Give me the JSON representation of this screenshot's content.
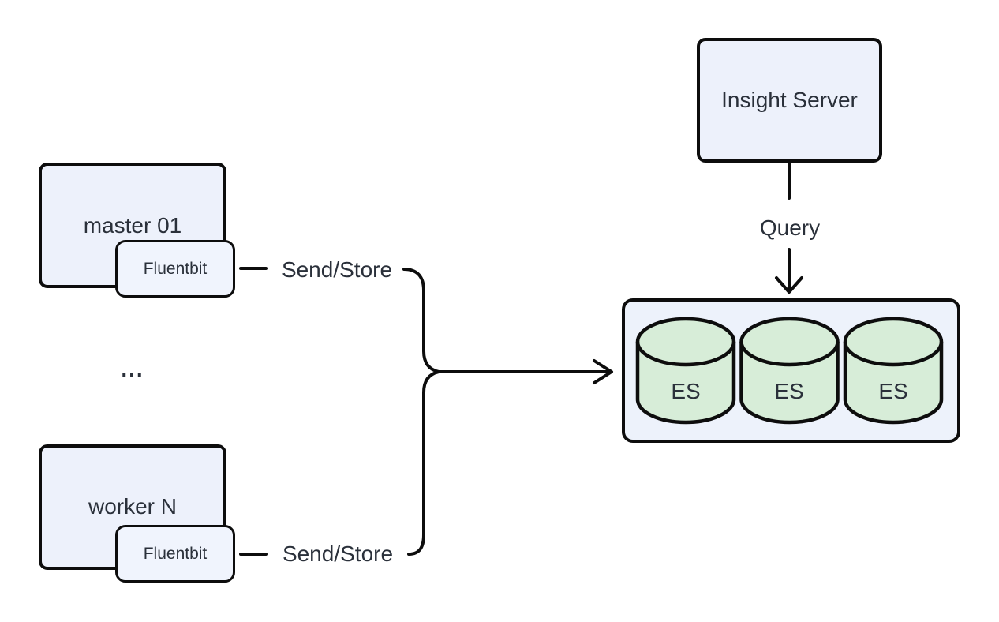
{
  "colors": {
    "canvas_bg": "#ffffff",
    "node_fill": "#edf1fb",
    "subnode_fill": "#f0f4fd",
    "container_fill": "#edf2fb",
    "cylinder_fill": "#d7edd8",
    "stroke": "#0d0d0d",
    "text": "#2a303a"
  },
  "nodes": {
    "master": {
      "label": "master 01"
    },
    "master_fluentbit": {
      "label": "Fluentbit"
    },
    "ellipsis": {
      "label": "..."
    },
    "worker": {
      "label": "worker N"
    },
    "worker_fluentbit": {
      "label": "Fluentbit"
    },
    "insight_server": {
      "label": "Insight Server"
    },
    "es_cluster": {
      "cylinders": [
        {
          "label": "ES"
        },
        {
          "label": "ES"
        },
        {
          "label": "ES"
        }
      ]
    }
  },
  "edges": {
    "master_to_es": {
      "label": "Send/Store"
    },
    "worker_to_es": {
      "label": "Send/Store"
    },
    "insight_to_es": {
      "label": "Query"
    }
  },
  "icons": {
    "cylinder": "database-cylinder-icon",
    "arrows": [
      "down-arrow-icon",
      "right-arrow-icon"
    ]
  }
}
